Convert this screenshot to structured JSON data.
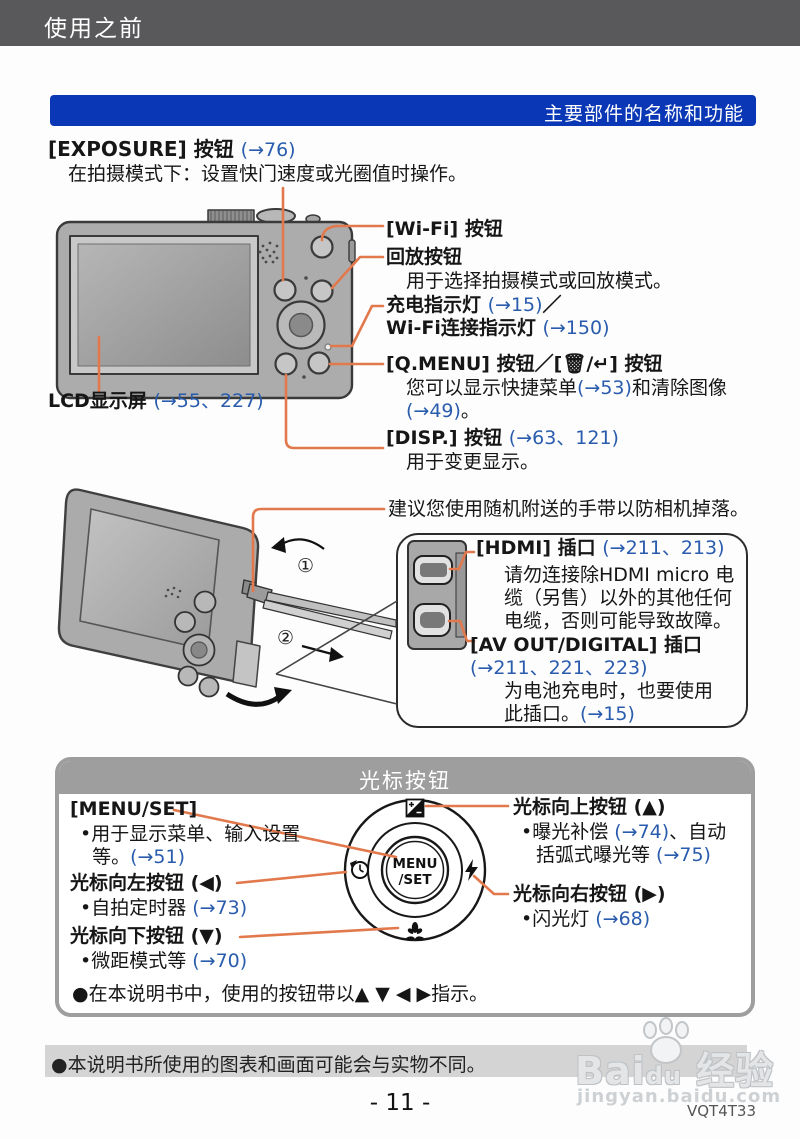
{
  "colors": {
    "chapter_bar_gray": "#59595b",
    "section_bar_blue": "#0a37b5",
    "link_blue": "#2a5cad",
    "callout_orange": "#e2794d",
    "box_header_gray": "#9e9e9e",
    "footer_bar_gray": "#d4d4d4"
  },
  "header": {
    "title": "使用之前"
  },
  "section": {
    "title": "主要部件的名称和功能"
  },
  "exposure": {
    "name": "[EXPOSURE] 按钮 ",
    "ref": "(→76)",
    "desc": "在拍摄模式下：设置快门速度或光圈值时操作。"
  },
  "rear": {
    "wifi": "[Wi-Fi] 按钮",
    "playback": "回放按钮",
    "playback_desc": "用于选择拍摄模式或回放模式。",
    "charge": "充电指示灯 ",
    "charge_ref": "(→15)",
    "charge_sep": "／",
    "wifi_lamp": "Wi-Fi连接指示灯 ",
    "wifi_lamp_ref": "(→150)",
    "qmenu": "[Q.MENU] 按钮／[🗑/↵] 按钮",
    "qmenu_d1": "您可以显示快捷菜单",
    "qmenu_r1": "(→53)",
    "qmenu_d2": "和清除图像",
    "qmenu_r2": "(→49)",
    "qmenu_end": "。",
    "disp": "[DISP.] 按钮 ",
    "disp_ref": "(→63、121)",
    "disp_desc": "用于变更显示。",
    "lcd": "LCD显示屏 ",
    "lcd_ref": "(→55、227)"
  },
  "strap": {
    "note": "建议您使用随机附送的手带以防相机掉落。",
    "step1": "①",
    "step2": "②"
  },
  "ports": {
    "hdmi": "[HDMI] 插口 ",
    "hdmi_ref": "(→211、213)",
    "hdmi_l1": "请勿连接除HDMI micro 电",
    "hdmi_l2": "缆（另售）以外的其他任何",
    "hdmi_l3": "电缆，否则可能导致故障。",
    "av": "[AV OUT/DIGITAL] 插口",
    "av_ref": "(→211、221、223)",
    "av_l1": "为电池充电时，也要使用",
    "av_l2": "此插口。",
    "av_ref2": "(→15)"
  },
  "cursor": {
    "title": "光标按钮",
    "menuset": "[MENU/SET]",
    "menuset_l1": "•用于显示菜单、输入设置",
    "menuset_l2": "  等。",
    "menuset_ref": "(→51)",
    "left": "光标向左按钮 (◀)",
    "left_desc": "•自拍定时器 ",
    "left_ref": "(→73)",
    "down": "光标向下按钮 (▼)",
    "down_desc": "•微距模式等 ",
    "down_ref": "(→70)",
    "up": "光标向上按钮 (▲)",
    "up_l1": "•曝光补偿 ",
    "up_ref1": "(→74)",
    "up_l1b": "、自动",
    "up_l2": "括弧式曝光等 ",
    "up_ref2": "(→75)",
    "right": "光标向右按钮 (▶)",
    "right_desc": "•闪光灯 ",
    "right_ref": "(→68)",
    "note": "●在本说明书中，使用的按钮带以▲ ▼ ◀ ▶指示。",
    "pad1": "MENU",
    "pad2": "/SET"
  },
  "footer": {
    "note": "●本说明书所使用的图表和画面可能会与实物不同。",
    "page": "- 11 -",
    "code": "VQT4T33"
  },
  "watermark": {
    "brand_a": "Bai",
    "brand_b": "du",
    "brand_c": "经验",
    "url": "jingyan.baidu.com"
  }
}
